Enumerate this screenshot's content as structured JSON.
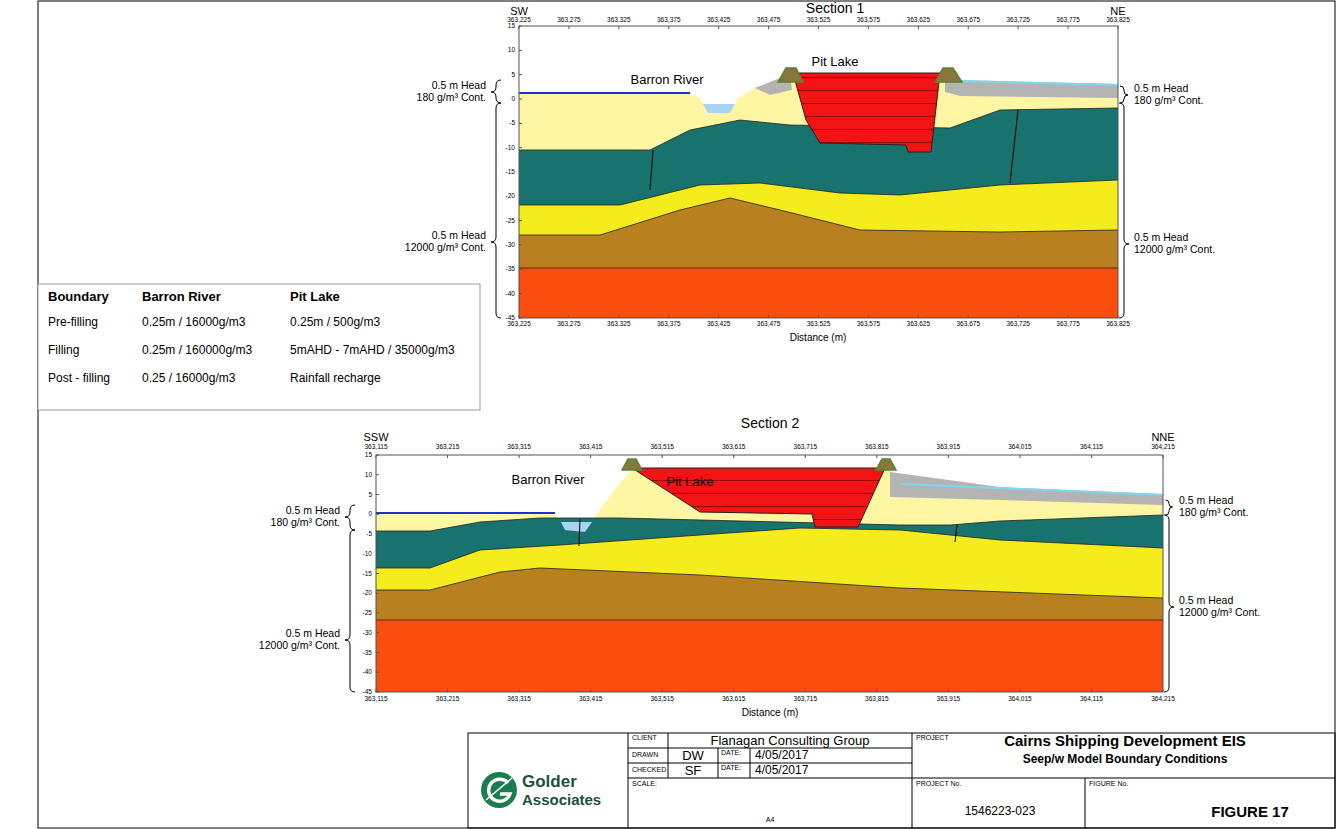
{
  "diagram": {
    "labels": [
      "Section 1",
      "SW",
      "NE",
      "363,225",
      "363,275",
      "363,325",
      "363,375",
      "363,425",
      "363,475",
      "363,525",
      "363,575",
      "363,625",
      "363,675",
      "363,725",
      "363,775",
      "363,825",
      "363,225",
      "363,275",
      "363,325",
      "363,375",
      "363,425",
      "363,475",
      "363,525",
      "363,575",
      "363,625",
      "363,675",
      "363,725",
      "363,775",
      "363,825",
      "15",
      "10",
      "5",
      "0",
      "-5",
      "-10",
      "-15",
      "-20",
      "-25",
      "-30",
      "-35",
      "-40",
      "-45",
      "Pit Lake",
      "Barron River",
      "0.5 m Head",
      "180 g/m³ Cont.",
      "0.5 m Head",
      "12000 g/m³ Cont.",
      "0.5 m Head",
      "180 g/m³ Cont.",
      "0.5 m Head",
      "12000 g/m³ Cont.",
      "Distance (m)",
      "Section 2",
      "SSW",
      "NNE",
      "363,115",
      "363,215",
      "363,315",
      "363,415",
      "363,515",
      "363,615",
      "363,715",
      "363,815",
      "363,915",
      "364,015",
      "364,115",
      "364,215",
      "363,115",
      "363,215",
      "363,315",
      "363,415",
      "363,515",
      "363,615",
      "363,715",
      "363,815",
      "363,915",
      "364,015",
      "364,115",
      "364,215",
      "15",
      "10",
      "5",
      "0",
      "-5",
      "-10",
      "-15",
      "-20",
      "-25",
      "-30",
      "-35",
      "-40",
      "-45",
      "Pit Lake",
      "Barron River",
      "0.5 m Head",
      "180 g/m³ Cont.",
      "0.5 m Head",
      "12000 g/m³ Cont.",
      "0.5 m Head",
      "180 g/m³ Cont.",
      "0.5 m Head",
      "12000 g/m³ Cont.",
      "Distance (m)",
      "Boundary",
      "Barron River",
      "Pit Lake",
      "Pre-filling",
      "0.25m / 16000g/m3",
      "0.25m / 500g/m3",
      "Filling",
      "0.25m / 160000g/m3",
      "5mAHD - 7mAHD / 35000g/m3",
      "Post - filling",
      "0.25 / 16000g/m3",
      "Rainfall recharge",
      "Golder",
      "Associates",
      "CLIENT",
      "Flanagan Consulting Group",
      "DRAWN",
      "DW",
      "DATE:",
      "4/05/2017",
      "CHECKED",
      "SF",
      "DATE:",
      "4/05/2017",
      "SCALE:",
      "A4",
      "PROJECT",
      "Cairns Shipping Development EIS",
      "Seep/w Model Boundary Conditions",
      "PROJECT No.",
      "1546223-023",
      "FIGURE No.",
      "FIGURE 17"
    ]
  }
}
